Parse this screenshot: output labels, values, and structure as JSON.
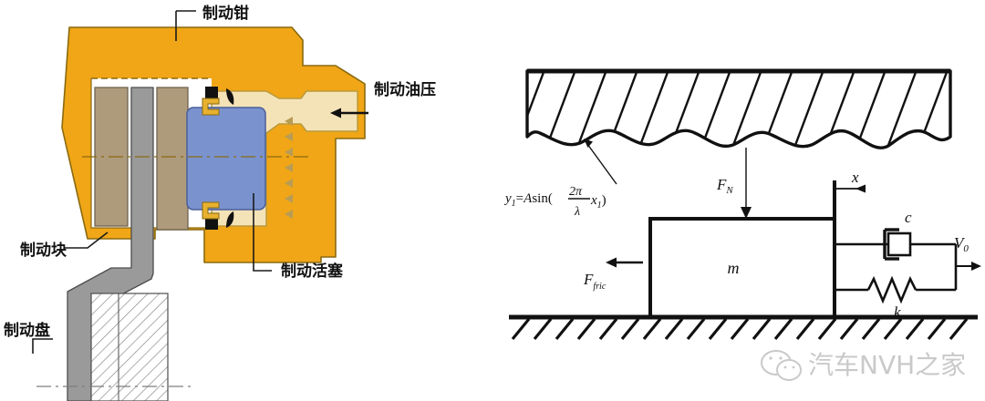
{
  "figure": {
    "title": "Brake caliper cross-section and friction-induced vibration lumped model",
    "background_color": "#ffffff",
    "panels": [
      "brake-caliper-cross-section",
      "friction-vibration-model"
    ]
  },
  "left_panel": {
    "name": "brake-caliper-cross-section",
    "colors": {
      "caliper_orange": "#F0A616",
      "caliper_outline": "#8A6A10",
      "pad_tan": "#AE9B7C",
      "pad_outline": "#6F6350",
      "piston_blue": "#7A93CF",
      "piston_outline": "#4A5F99",
      "cylinder_cream": "#F5E3B8",
      "cylinder_outline": "#B99A3E",
      "rotor_gray": "#9A9A9A",
      "rotor_outline": "#4D4D4D",
      "hub_hatch": "#888888",
      "leader_line": "#1A1A1A",
      "centerline": "#8A6A10"
    },
    "labels": [
      {
        "id": "caliper",
        "text": "制动钳",
        "meaning": "brake caliper"
      },
      {
        "id": "oil-pressure",
        "text": "制动油压",
        "meaning": "brake hydraulic pressure"
      },
      {
        "id": "piston",
        "text": "制动活塞",
        "meaning": "brake piston"
      },
      {
        "id": "pad",
        "text": "制动块",
        "meaning": "brake pad"
      },
      {
        "id": "disc",
        "text": "制动盘",
        "meaning": "brake disc"
      }
    ]
  },
  "right_panel": {
    "name": "friction-vibration-model",
    "colors": {
      "line": "#111111",
      "hatch": "#111111",
      "watermark": "#c9c9c9"
    },
    "labels": [
      {
        "id": "surface-profile-equation",
        "text": "y1=Asin( 2π/λ x1 )",
        "meaning": "rough surface waviness profile"
      },
      {
        "id": "normal-force",
        "text": "FN",
        "meaning": "normal contact force"
      },
      {
        "id": "friction-force",
        "text": "Ffric",
        "meaning": "friction force on mass"
      },
      {
        "id": "displacement",
        "text": "x",
        "meaning": "displacement coordinate"
      },
      {
        "id": "damping",
        "text": "c",
        "meaning": "damping coefficient"
      },
      {
        "id": "stiffness",
        "text": "k",
        "meaning": "spring stiffness"
      },
      {
        "id": "mass",
        "text": "m",
        "meaning": "lumped mass"
      },
      {
        "id": "velocity",
        "text": "V0",
        "meaning": "belt / drive velocity"
      }
    ],
    "equation_parts": {
      "lhs": "y",
      "lhs_sub": "1",
      "eq": "=",
      "amp": "A",
      "fn": "sin(",
      "num": "2π",
      "den": "λ",
      "var": "x",
      "var_sub": "1",
      "close": ")"
    },
    "symbols": {
      "normal_force": "F",
      "normal_force_sub": "N",
      "friction_force": "F",
      "friction_force_sub": "fric",
      "displacement": "x",
      "damping": "c",
      "stiffness": "k",
      "mass": "m",
      "velocity": "V",
      "velocity_sub": "0"
    }
  },
  "watermark": {
    "name": "wechat-account-watermark",
    "text": "汽车NVH之家",
    "icon": "wechat-icon",
    "color": "#c9c9c9"
  }
}
